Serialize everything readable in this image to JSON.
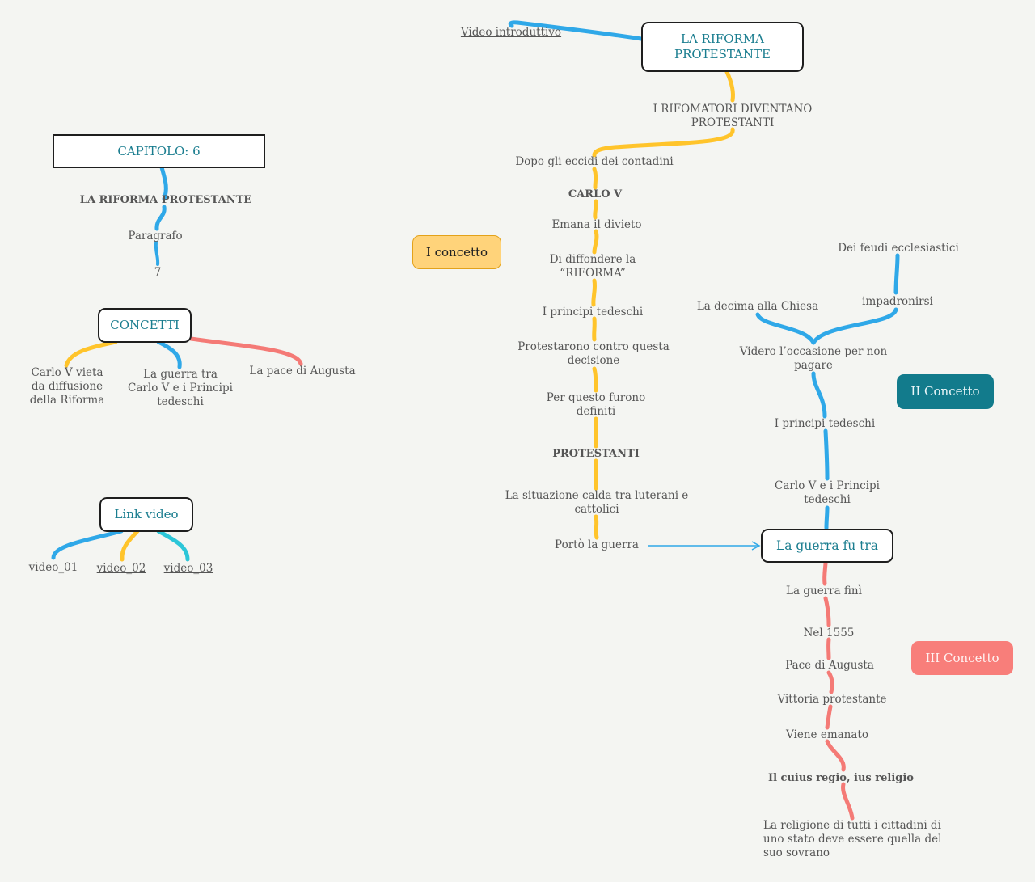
{
  "colors": {
    "blue": "#2fa8e8",
    "yellow": "#ffc42b",
    "pink": "#f47a76",
    "cyan": "#2cc6d8",
    "teal": "#127b8c",
    "text": "#555555"
  },
  "left": {
    "chapter": "CAPITOLO: 6",
    "chapter_title": "LA RIFORMA PROTESTANTE",
    "paragraph_label": "Paragrafo",
    "paragraph_number": "7",
    "concepts_box": "CONCETTI",
    "concepts": [
      "Carlo V vieta\nda diffusione\ndella Riforma",
      "La guerra tra\nCarlo V e i Principi\ntedeschi",
      "La pace di Augusta"
    ],
    "videos_box": "Link video",
    "videos": [
      "video_01",
      "video_02",
      "video_03"
    ]
  },
  "main": {
    "root": "LA RIFORMA\nPROTESTANTE",
    "intro_video": "Video introduttivo",
    "first_concept_tag": "I concetto",
    "first_concept": [
      "I RIFOMATORI DIVENTANO\nPROTESTANTI",
      "Dopo gli eccidi dei contadini",
      "CARLO V",
      "Emana il divieto",
      "Di diffondere la\n“RIFORMA”",
      "I principi tedeschi",
      "Protestarono contro questa\ndecisione",
      "Per questo furono\ndefiniti",
      "PROTESTANTI",
      "La situazione calda tra luterani e\ncattolici",
      "Portò la guerra"
    ],
    "second_concept_tag": "II Concetto",
    "second_concept": [
      "Dei feudi ecclesiastici",
      "impadronirsi",
      "La decima alla Chiesa",
      "Videro l’occasione per non\npagare",
      "I principi tedeschi",
      "Carlo V e i Principi\ntedeschi"
    ],
    "war_box": "La guerra fu tra",
    "third_concept_tag": "III Concetto",
    "third_concept": [
      "La guerra finì",
      "Nel 1555",
      "Pace di Augusta",
      "Vittoria protestante",
      "Viene emanato",
      "Il cuius regio, ius religio",
      "La religione di tutti i cittadini di\nuno stato deve essere quella del\nsuo sovrano"
    ]
  }
}
